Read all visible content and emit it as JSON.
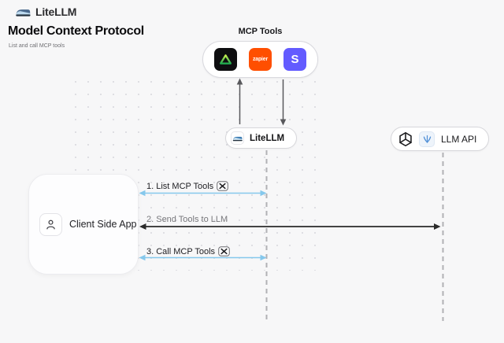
{
  "header": {
    "brand": "LiteLLM",
    "title": "Model Context Protocol",
    "subtitle": "List and call MCP tools"
  },
  "mcp_tools": {
    "label": "MCP Tools",
    "icons": [
      "triangle-logo-icon",
      "zapier-icon",
      "stripe-icon"
    ],
    "zapier_text": "zapier",
    "stripe_letter": "S"
  },
  "nodes": {
    "litellm": {
      "label": "LiteLLM",
      "icon": "litellm-train-icon"
    },
    "llm_api": {
      "label": "LLM API",
      "icons": [
        "openai-icon",
        "llm-provider-icon"
      ]
    },
    "client": {
      "label": "Client Side App",
      "icon": "person-icon"
    }
  },
  "messages": [
    {
      "label": "1. List MCP Tools",
      "icon": "tools-icon",
      "arrow_color": "#85c8ec"
    },
    {
      "label": "2. Send Tools to LLM",
      "arrow_color": "#2b2b2b"
    },
    {
      "label": "3. Call MCP Tools",
      "icon": "tools-icon",
      "arrow_color": "#85c8ec"
    }
  ],
  "colors": {
    "background": "#f7f7f8",
    "node_border": "#d9d9de",
    "arrow_blue": "#85c8ec",
    "arrow_dark": "#2b2b2b",
    "lifeline_gray": "#b1b1b5",
    "zapier_orange": "#ff4f00",
    "stripe_purple": "#635bff",
    "logo_green_start": "#c8f04f",
    "logo_green_end": "#1fa94e"
  }
}
